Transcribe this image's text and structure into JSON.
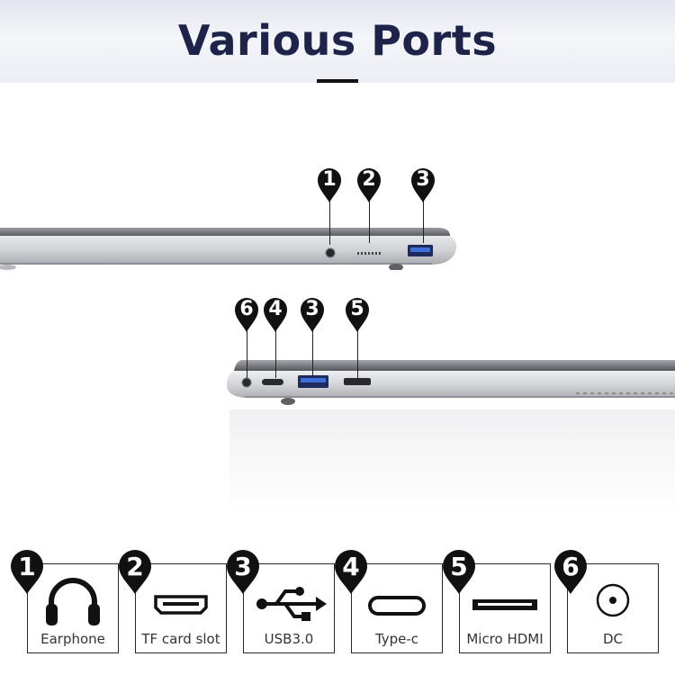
{
  "header": {
    "title": "Various Ports"
  },
  "markers": {
    "top": [
      "1",
      "2",
      "3"
    ],
    "bottom": [
      "6",
      "4",
      "3",
      "5"
    ]
  },
  "ports": [
    {
      "number": "1",
      "label": "Earphone",
      "icon": "headphones-icon"
    },
    {
      "number": "2",
      "label": "TF card slot",
      "icon": "card-slot-icon"
    },
    {
      "number": "3",
      "label": "USB3.0",
      "icon": "usb-icon"
    },
    {
      "number": "4",
      "label": "Type-c",
      "icon": "type-c-icon"
    },
    {
      "number": "5",
      "label": "Micro HDMI",
      "icon": "micro-hdmi-icon"
    },
    {
      "number": "6",
      "label": "DC",
      "icon": "dc-power-icon"
    }
  ],
  "colors": {
    "title": "#1d2349",
    "marker": "#111111",
    "usb_blue": "#3d6fd6"
  }
}
